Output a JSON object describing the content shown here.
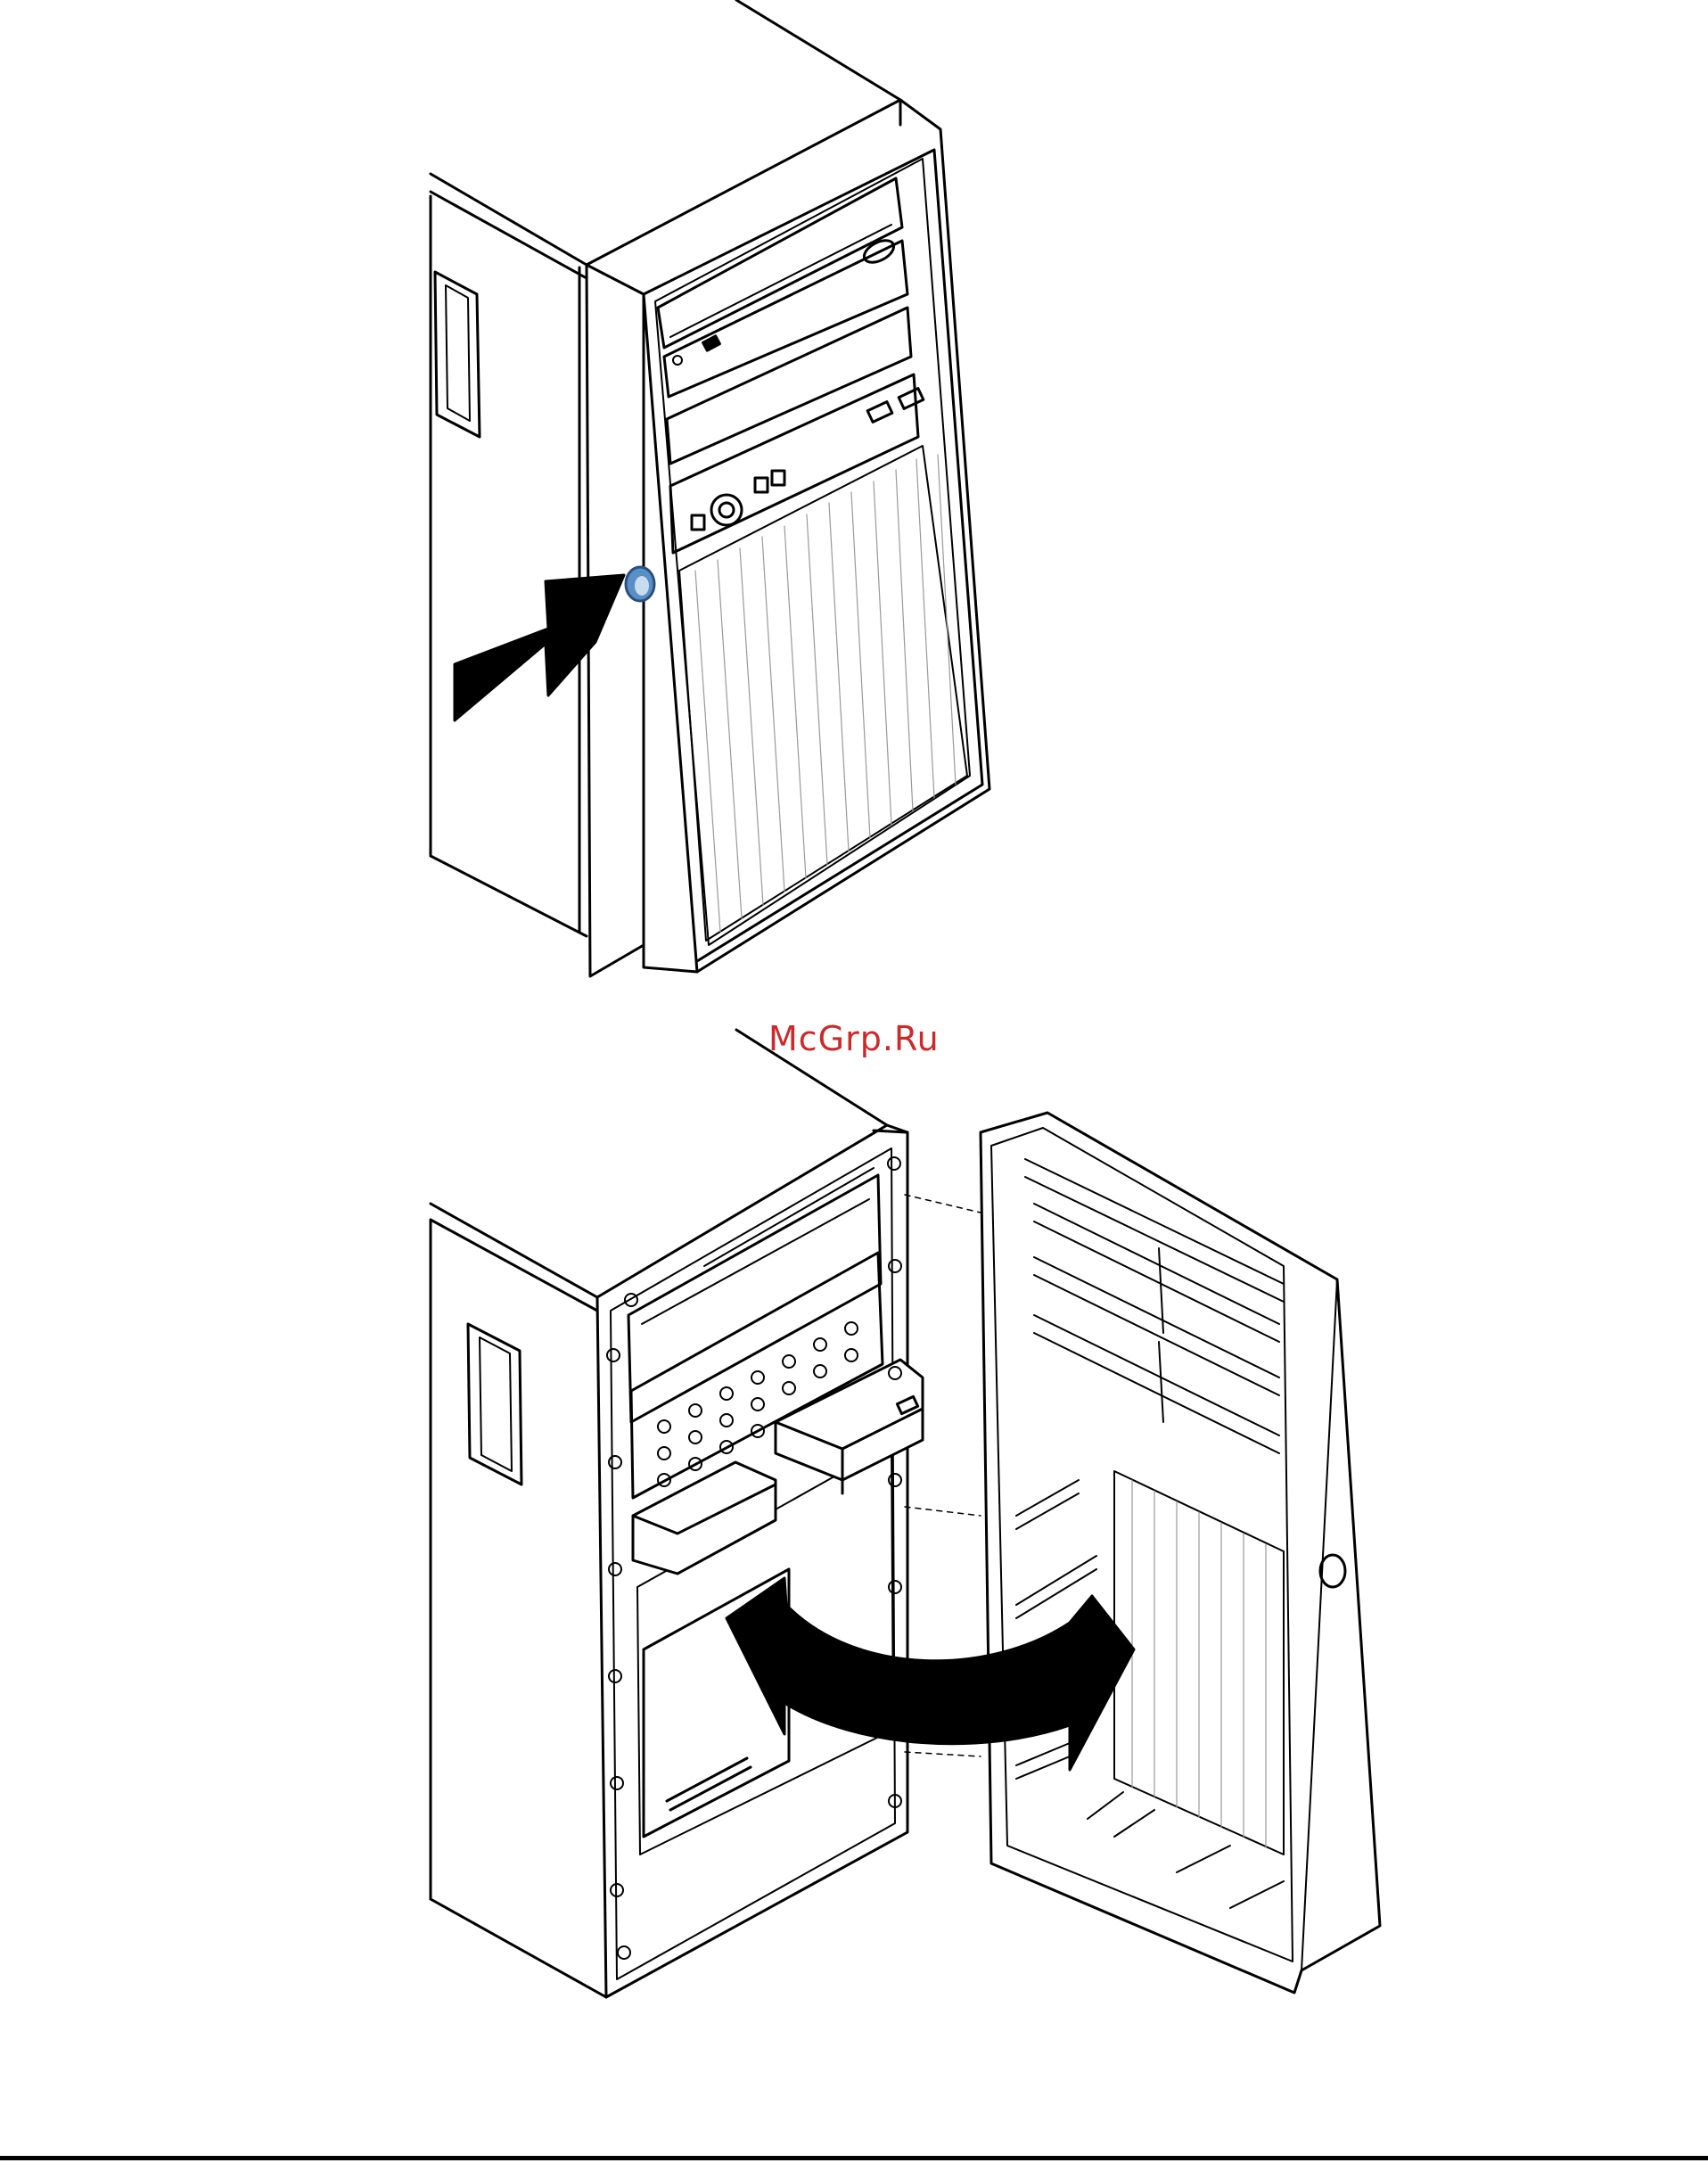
{
  "watermark": {
    "text": "McGrp.Ru",
    "color": "#cc2a2a"
  },
  "colors": {
    "line": "#000000",
    "release_button": "#5a8fc6",
    "arrow": "#000000",
    "background": "#ffffff"
  },
  "figure": {
    "step_1": {
      "icon": "tower-server-with-bezel",
      "release_button_icon": "round-release-button",
      "arrow_icon": "push-arrow"
    },
    "step_2": {
      "icon": "tower-server-bezel-removed",
      "bezel_icon": "front-bezel",
      "arrow_icon": "swing-arrow"
    }
  }
}
